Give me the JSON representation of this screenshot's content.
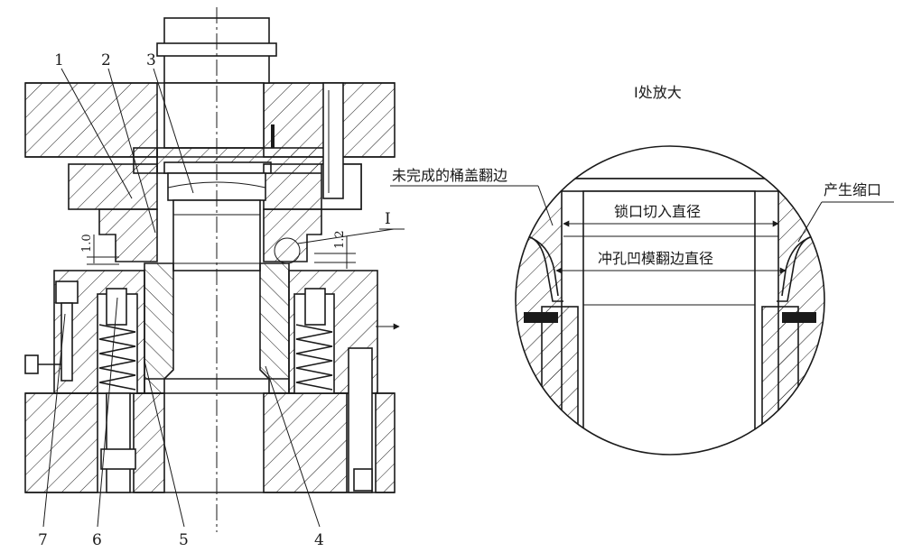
{
  "part_numbers": [
    "1",
    "2",
    "3",
    "4",
    "5",
    "6",
    "7"
  ],
  "dimensions": {
    "left_gap": "1.0",
    "right_gap": "1.2"
  },
  "detail_marker": "I",
  "detail": {
    "title": "I处放大",
    "callout_unfinished_flange": "未完成的桶盖翻边",
    "callout_necking": "产生缩口",
    "dim_lock_cut_diameter": "锁口切入直径",
    "dim_punch_die_flange_diameter": "冲孔凹模翻边直径"
  }
}
